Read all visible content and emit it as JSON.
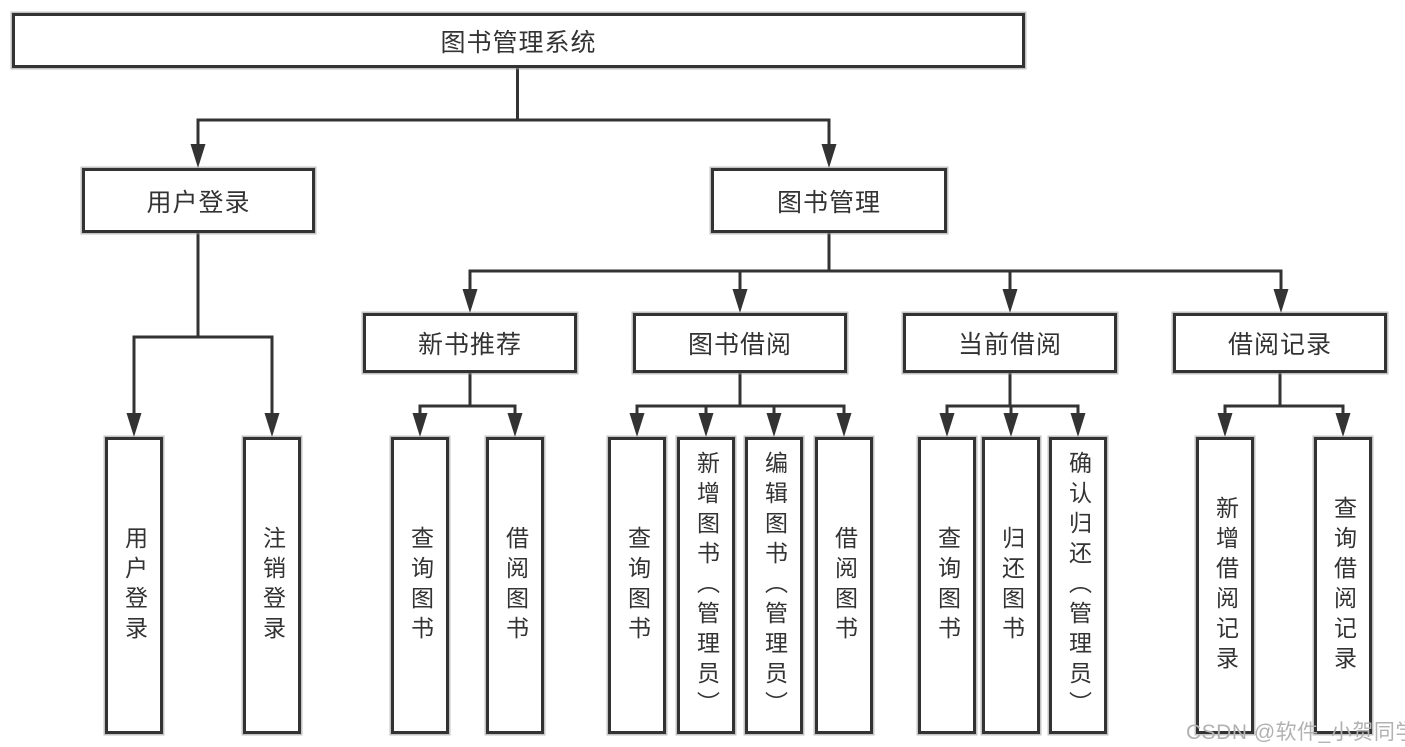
{
  "tree": {
    "label": "图书管理系统",
    "children": [
      {
        "label": "用户登录",
        "children": [
          {
            "label": "用户登录"
          },
          {
            "label": "注销登录"
          }
        ]
      },
      {
        "label": "图书管理",
        "children": [
          {
            "label": "新书推荐",
            "children": [
              {
                "label": "查询图书"
              },
              {
                "label": "借阅图书"
              }
            ]
          },
          {
            "label": "图书借阅",
            "children": [
              {
                "label": "查询图书"
              },
              {
                "label": "新增图书（管理员）"
              },
              {
                "label": "编辑图书（管理员）"
              },
              {
                "label": "借阅图书"
              }
            ]
          },
          {
            "label": "当前借阅",
            "children": [
              {
                "label": "查询图书"
              },
              {
                "label": "归还图书"
              },
              {
                "label": "确认归还（管理员）"
              }
            ]
          },
          {
            "label": "借阅记录",
            "children": [
              {
                "label": "新增借阅记录"
              },
              {
                "label": "查询借阅记录"
              }
            ]
          }
        ]
      }
    ]
  },
  "watermark": {
    "text": "CSDN @软件_小贺同学"
  },
  "colors": {
    "line": "#333333",
    "box_border": "#333333",
    "box_background": "#ffffff",
    "text": "#333333",
    "watermark": "#b2b2b2"
  }
}
